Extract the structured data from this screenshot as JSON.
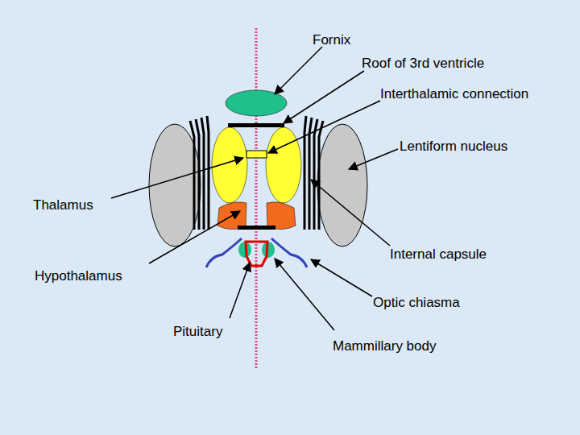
{
  "diagram": {
    "labels": [
      "Fornix",
      "Roof of 3rd ventricle",
      "Interthalamic connection",
      "Lentiform nucleus",
      "Thalamus",
      "Internal capsule",
      "Hypothalamus",
      "Optic chiasma",
      "Pituitary",
      "Mammillary body"
    ]
  }
}
